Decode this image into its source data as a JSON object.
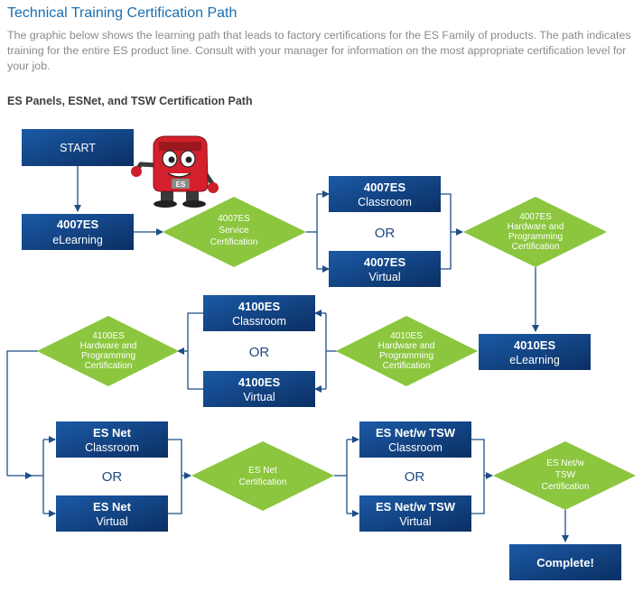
{
  "header": {
    "title": "Technical Training Certification Path",
    "intro": "The graphic below shows the learning path that leads to factory certifications for the ES Family of products. The path indicates training for the entire ES product line. Consult with your manager for information on the most appropriate certification level for your job.",
    "subtitle": "ES Panels, ESNet, and TSW Certification Path"
  },
  "flow": {
    "start": "START",
    "mascot_badge": "ES",
    "b4007_elearn": {
      "l1": "4007ES",
      "l2": "eLearning"
    },
    "d4007_service": {
      "l1": "4007ES",
      "l2": "Service",
      "l3": "Certification"
    },
    "b4007_class": {
      "l1": "4007ES",
      "l2": "Classroom"
    },
    "or1": "OR",
    "b4007_virtual": {
      "l1": "4007ES",
      "l2": "Virtual"
    },
    "d4007_hw": {
      "l1": "4007ES",
      "l2": "Hardware and",
      "l3": "Programming",
      "l4": "Certification"
    },
    "b4010_elearn": {
      "l1": "4010ES",
      "l2": "eLearning"
    },
    "d4010_hw": {
      "l1": "4010ES",
      "l2": "Hardware and",
      "l3": "Programming",
      "l4": "Certification"
    },
    "b4100_class": {
      "l1": "4100ES",
      "l2": "Classroom"
    },
    "or2": "OR",
    "b4100_virtual": {
      "l1": "4100ES",
      "l2": "Virtual"
    },
    "d4100_hw": {
      "l1": "4100ES",
      "l2": "Hardware and",
      "l3": "Programming",
      "l4": "Certification"
    },
    "besnet_class": {
      "l1": "ES Net",
      "l2": "Classroom"
    },
    "or3": "OR",
    "besnet_virtual": {
      "l1": "ES Net",
      "l2": "Virtual"
    },
    "desnet": {
      "l1": "ES Net",
      "l2": "Certification"
    },
    "btsw_class": {
      "l1": "ES Net/w TSW",
      "l2": "Classroom"
    },
    "or4": "OR",
    "btsw_virtual": {
      "l1": "ES Net/w TSW",
      "l2": "Virtual"
    },
    "dtsw": {
      "l1": "ES Net/w",
      "l2": "TSW",
      "l3": "Certification"
    },
    "complete": "Complete!"
  },
  "colors": {
    "box": "#0d3d7a",
    "diamond": "#8cc63f",
    "connector": "#1f4e86"
  }
}
